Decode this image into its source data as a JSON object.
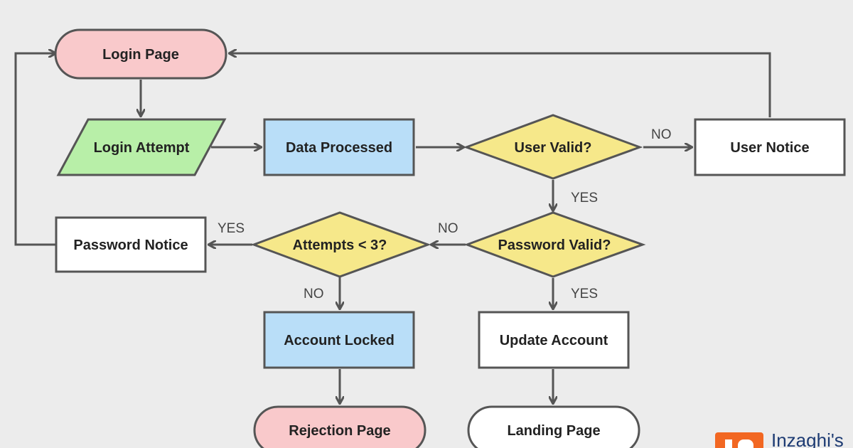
{
  "colors": {
    "background": "#ececec",
    "stroke": "#555555",
    "arrow": "#555555",
    "pink": "#f9c9cb",
    "green": "#b8efa8",
    "blue": "#b9def8",
    "yellow": "#f6e88a",
    "white": "#ffffff",
    "watermark_orange": "#f26722",
    "watermark_text": "#1d3b73"
  },
  "nodes": {
    "login_page": "Login Page",
    "login_attempt": "Login Attempt",
    "data_processed": "Data Processed",
    "user_valid": "User Valid?",
    "user_notice": "User Notice",
    "password_valid": "Password Valid?",
    "attempts": "Attempts < 3?",
    "password_notice": "Password Notice",
    "account_locked": "Account Locked",
    "update_account": "Update Account",
    "rejection_page": "Rejection Page",
    "landing_page": "Landing Page"
  },
  "edge_labels": {
    "user_valid_no": "NO",
    "user_valid_yes": "YES",
    "password_valid_no": "NO",
    "password_valid_yes": "YES",
    "attempts_yes": "YES",
    "attempts_no": "NO"
  },
  "watermark": {
    "text": "Inzaghi's"
  }
}
